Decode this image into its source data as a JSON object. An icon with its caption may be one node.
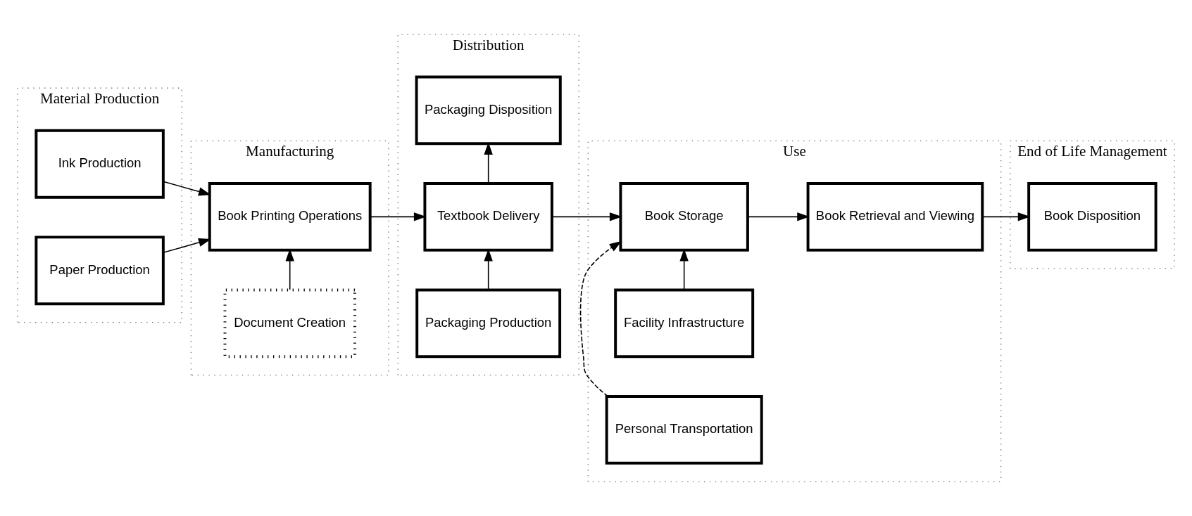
{
  "diagram": {
    "nodes": [
      {
        "text": [
          "Material Production"
        ]
      },
      {
        "text": [
          "Manufacturing"
        ]
      },
      {
        "text": [
          "Distribution"
        ]
      },
      {
        "text": [
          "Use"
        ]
      },
      {
        "text": [
          "End of Life Management"
        ]
      },
      {
        "text": [
          "Ink Production"
        ],
        "in": 0
      },
      {
        "text": [
          "Paper Production"
        ],
        "in": 0
      },
      {
        "text": [
          "Document Creation"
        ],
        "in": 1
      },
      {
        "text": [
          "Book Printing Operations"
        ],
        "in": 1
      },
      {
        "text": [
          "Packaging Production"
        ],
        "in": 2
      },
      {
        "text": [
          "Textbook Delivery"
        ],
        "in": 2
      },
      {
        "text": [
          "Packaging Disposition"
        ],
        "in": 2
      },
      {
        "text": [
          "Facility Infrastructure"
        ],
        "in": 3
      },
      {
        "text": [
          "Book Storage"
        ],
        "in": 3
      },
      {
        "text": [
          "Personal Transportation"
        ],
        "in": 3
      },
      {
        "text": [
          "Book Retrieval and Viewing"
        ],
        "in": 3
      },
      {
        "text": [
          "Book Disposition"
        ],
        "in": 4
      }
    ],
    "edges": [
      {
        "from": 5,
        "to": 8,
        "arrow": "to"
      },
      {
        "from": 6,
        "to": 8,
        "arrow": "to"
      },
      {
        "from": 7,
        "to": 8,
        "arrow": "to"
      },
      {
        "from": 8,
        "to": 10,
        "arrow": "to"
      },
      {
        "from": 9,
        "to": 10,
        "arrow": "to"
      },
      {
        "from": 10,
        "to": 11,
        "arrow": "to"
      },
      {
        "from": 10,
        "to": 13,
        "arrow": "to"
      },
      {
        "from": 12,
        "to": 13,
        "arrow": "to"
      },
      {
        "from": 14,
        "to": 13,
        "arrow": "to",
        "style": "dashed"
      },
      {
        "from": 13,
        "to": 15,
        "arrow": "to"
      },
      {
        "from": 15,
        "to": 16,
        "arrow": "to"
      }
    ]
  }
}
